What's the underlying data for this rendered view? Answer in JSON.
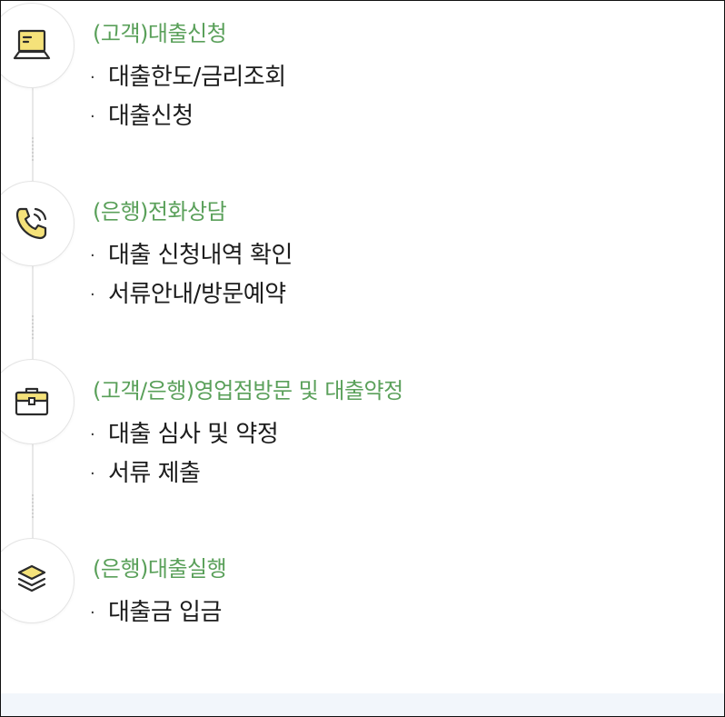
{
  "steps": [
    {
      "icon": "laptop-icon",
      "title": "(고객)대출신청",
      "items": [
        "대출한도/금리조회",
        "대출신청"
      ]
    },
    {
      "icon": "phone-call-icon",
      "title": "(은행)전화상담",
      "items": [
        "대출 신청내역 확인",
        "서류안내/방문예약"
      ]
    },
    {
      "icon": "briefcase-icon",
      "title": "(고객/은행)영업점방문 및 대출약정",
      "items": [
        "대출 심사 및 약정",
        "서류 제출"
      ]
    },
    {
      "icon": "layers-icon",
      "title": "(은행)대출실행",
      "items": [
        "대출금 입금"
      ]
    }
  ],
  "colors": {
    "title_green": "#5aa05a",
    "icon_yellow": "#f5e27a",
    "icon_stroke": "#2b2b2b"
  },
  "bullet_glyph": "·"
}
